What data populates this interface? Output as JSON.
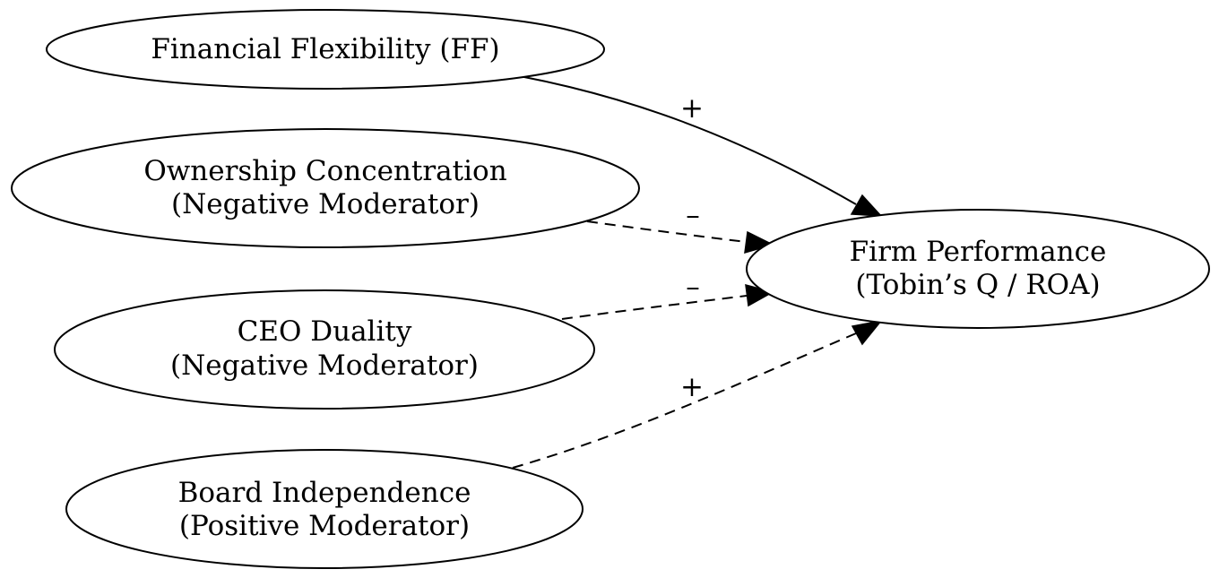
{
  "nodes": {
    "ff": {
      "lines": [
        "Financial Flexibility (FF)"
      ]
    },
    "oc": {
      "lines": [
        "Ownership Concentration",
        "(Negative Moderator)"
      ]
    },
    "ceo": {
      "lines": [
        "CEO Duality",
        "(Negative Moderator)"
      ]
    },
    "bi": {
      "lines": [
        "Board Independence",
        "(Positive Moderator)"
      ]
    },
    "fp": {
      "lines": [
        "Firm Performance",
        "(Tobin’s Q / ROA)"
      ]
    }
  },
  "edges": {
    "ff_fp": {
      "label": "+",
      "style": "solid"
    },
    "oc_fp": {
      "label": "–",
      "style": "dashed"
    },
    "ceo_fp": {
      "label": "–",
      "style": "dashed"
    },
    "bi_fp": {
      "label": "+",
      "style": "dashed"
    }
  }
}
